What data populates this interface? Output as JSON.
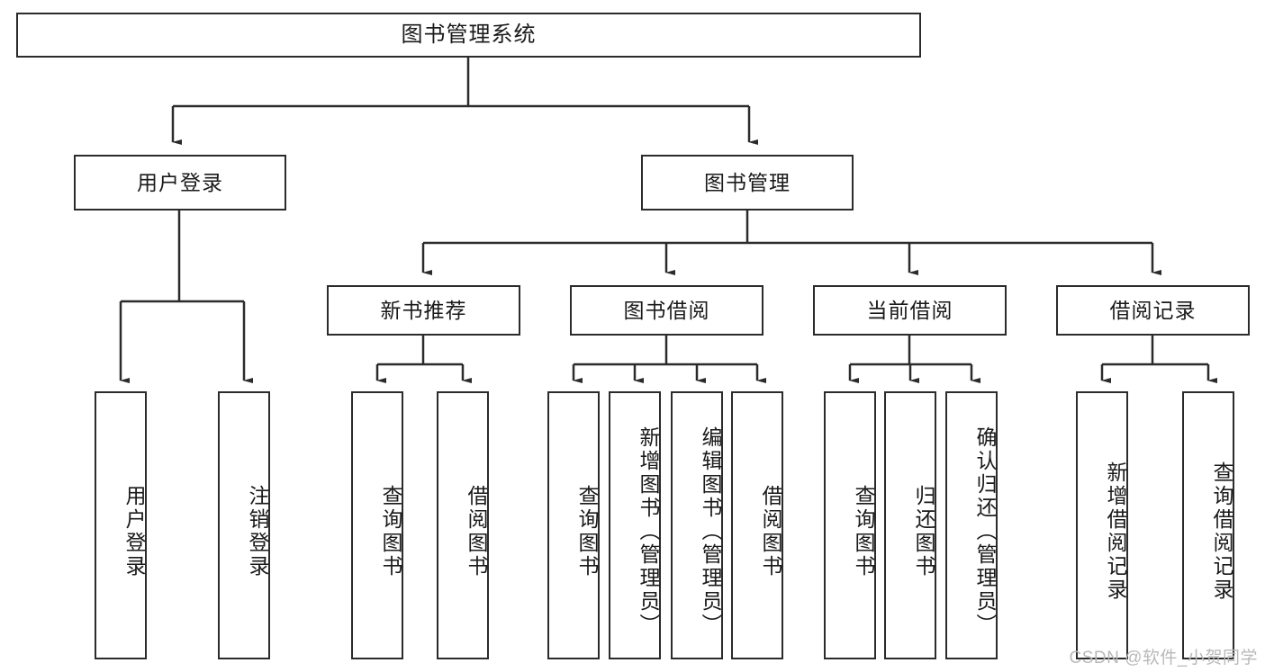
{
  "diagram": {
    "title": "图书管理系统",
    "type": "功能结构图",
    "colors": {
      "stroke": "#2b2b2b",
      "fill": "#ffffff",
      "text": "#1a1a1a",
      "watermark": "#b9b9b9"
    },
    "watermark": "CSDN @软件_小贺同学",
    "levels": [
      {
        "level": 1,
        "nodes": [
          {
            "id": "root",
            "label": "图书管理系统",
            "orientation": "horizontal"
          }
        ]
      },
      {
        "level": 2,
        "nodes": [
          {
            "id": "user-login",
            "label": "用户登录",
            "orientation": "horizontal",
            "parent": "root"
          },
          {
            "id": "book-manage",
            "label": "图书管理",
            "orientation": "horizontal",
            "parent": "root"
          }
        ]
      },
      {
        "level": 3,
        "nodes": [
          {
            "id": "new-book-recommend",
            "label": "新书推荐",
            "orientation": "horizontal",
            "parent": "book-manage"
          },
          {
            "id": "book-borrow",
            "label": "图书借阅",
            "orientation": "horizontal",
            "parent": "book-manage"
          },
          {
            "id": "current-borrow",
            "label": "当前借阅",
            "orientation": "horizontal",
            "parent": "book-manage"
          },
          {
            "id": "borrow-record",
            "label": "借阅记录",
            "orientation": "horizontal",
            "parent": "book-manage"
          }
        ]
      },
      {
        "level": 4,
        "nodes": [
          {
            "id": "leaf-user-login",
            "label": "用户登录",
            "orientation": "vertical",
            "parent": "user-login"
          },
          {
            "id": "leaf-logout-login",
            "label": "注销登录",
            "orientation": "vertical",
            "parent": "user-login"
          },
          {
            "id": "leaf-query-book-1",
            "label": "查询图书",
            "orientation": "vertical",
            "parent": "new-book-recommend"
          },
          {
            "id": "leaf-borrow-book-1",
            "label": "借阅图书",
            "orientation": "vertical",
            "parent": "new-book-recommend"
          },
          {
            "id": "leaf-query-book-2",
            "label": "查询图书",
            "orientation": "vertical",
            "parent": "book-borrow"
          },
          {
            "id": "leaf-add-book",
            "label": "新增图书（管理员）",
            "orientation": "vertical",
            "parent": "book-borrow"
          },
          {
            "id": "leaf-edit-book",
            "label": "编辑图书（管理员）",
            "orientation": "vertical",
            "parent": "book-borrow"
          },
          {
            "id": "leaf-borrow-book-2",
            "label": "借阅图书",
            "orientation": "vertical",
            "parent": "book-borrow"
          },
          {
            "id": "leaf-query-book-3",
            "label": "查询图书",
            "orientation": "vertical",
            "parent": "current-borrow"
          },
          {
            "id": "leaf-return-book",
            "label": "归还图书",
            "orientation": "vertical",
            "parent": "current-borrow"
          },
          {
            "id": "leaf-confirm-return",
            "label": "确认归还（管理员）",
            "orientation": "vertical",
            "parent": "current-borrow"
          },
          {
            "id": "leaf-add-record",
            "label": "新增借阅记录",
            "orientation": "vertical",
            "parent": "borrow-record"
          },
          {
            "id": "leaf-query-record",
            "label": "查询借阅记录",
            "orientation": "vertical",
            "parent": "borrow-record"
          }
        ]
      }
    ]
  }
}
